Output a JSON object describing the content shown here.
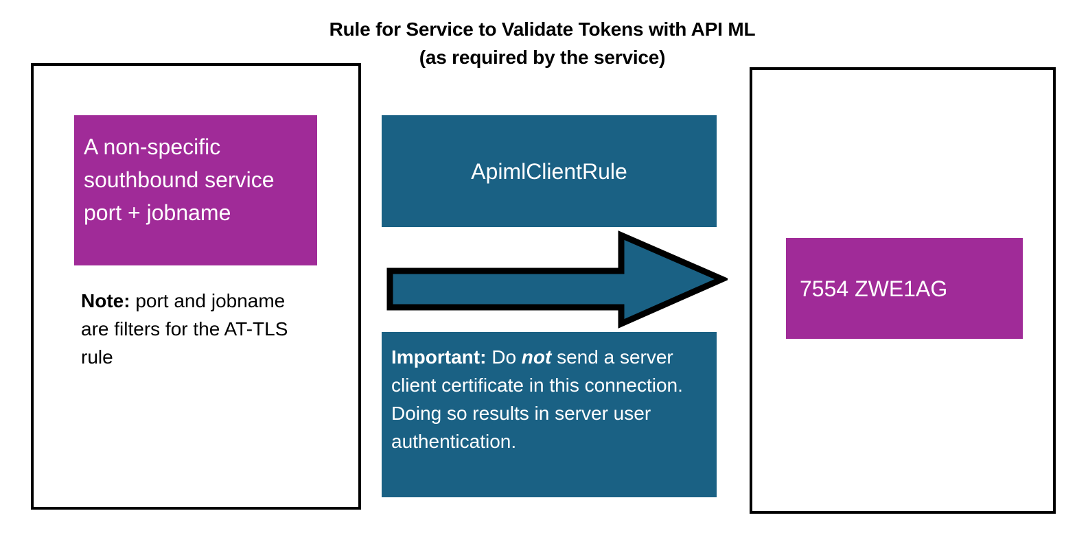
{
  "title": {
    "line1": "Rule for Service to Validate Tokens with API ML",
    "line2": "(as required by the service)"
  },
  "colors": {
    "purple": "#A02B98",
    "teal": "#1A6184",
    "frame_border": "#000000",
    "background": "#FFFFFF",
    "arrow_fill": "#1A6184",
    "arrow_outline": "#000000"
  },
  "left_panel": {
    "southbound_box": {
      "text": "A non-specific southbound service port + jobname"
    },
    "note": {
      "label": "Note:",
      "text": " port and jobname are filters for the AT-TLS rule"
    }
  },
  "center_panel": {
    "rule_box": {
      "text": "ApimlClientRule"
    },
    "arrow": {
      "direction": "right",
      "icon": "right-arrow-icon"
    },
    "important_box": {
      "label": "Important:",
      "text_before_emphasis": " Do ",
      "emphasis": "not",
      "text_after_emphasis": " send a server client certificate in this connection. Doing so results in server user authentication."
    }
  },
  "right_panel": {
    "portjob_box": {
      "text": "7554 ZWE1AG"
    }
  }
}
